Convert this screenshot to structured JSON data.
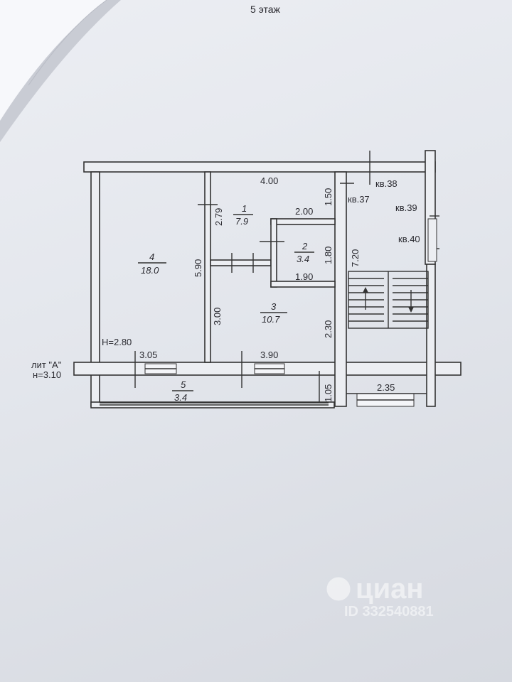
{
  "floor_title": "5 этаж",
  "rooms": [
    {
      "num": "1",
      "area": "7.9"
    },
    {
      "num": "2",
      "area": "3.4"
    },
    {
      "num": "3",
      "area": "10.7"
    },
    {
      "num": "4",
      "area": "18.0"
    },
    {
      "num": "5",
      "area": "3.4"
    }
  ],
  "dimensions": {
    "top_width": "4.00",
    "r1_height": "2.79",
    "r2_width_top": "2.00",
    "r2_width_bottom": "1.90",
    "r2_height": "1.80",
    "left_height": "5.90",
    "r3_height": "3.00",
    "right_small": "2.30",
    "corner_top": "1.50",
    "stair_height": "7.20",
    "bottom_left": "3.05",
    "bottom_mid": "3.90",
    "balcony_height": "1.05",
    "stair_bottom": "2.35"
  },
  "apartments": [
    "кв.38",
    "кв.37",
    "кв.39",
    "кв.40"
  ],
  "heights": {
    "inner": "H=2.80",
    "lit": "лит \"А\"",
    "outer": "н=3.10"
  },
  "watermark": {
    "brand": "циан",
    "id": "ID 332540881"
  }
}
